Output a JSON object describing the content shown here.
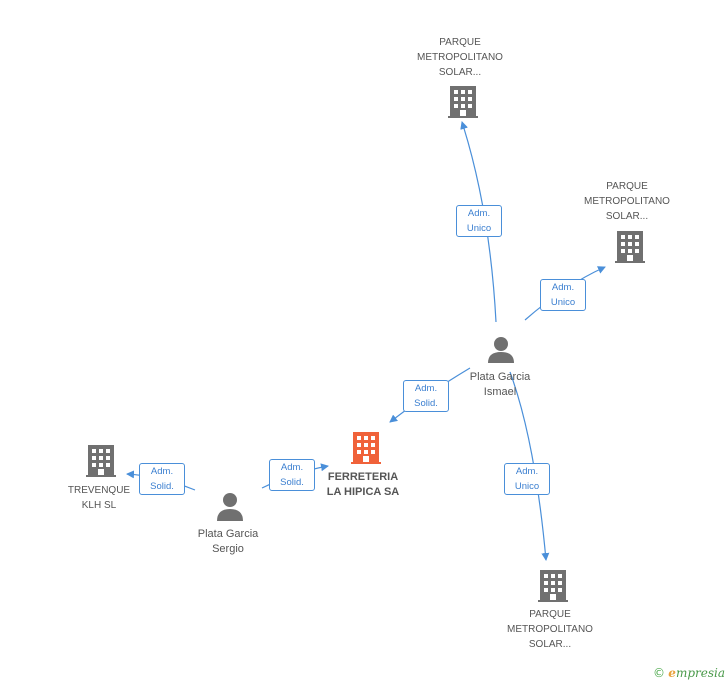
{
  "nodes": {
    "parque1": {
      "label_lines": [
        "PARQUE",
        "METROPOLITANO",
        "SOLAR..."
      ]
    },
    "parque2": {
      "label_lines": [
        "PARQUE",
        "METROPOLITANO",
        "SOLAR..."
      ]
    },
    "parque3": {
      "label_lines": [
        "PARQUE",
        "METROPOLITANO",
        "SOLAR..."
      ]
    },
    "ismael": {
      "label_lines": [
        "Plata Garcia",
        "Ismael"
      ]
    },
    "ferreteria": {
      "label_lines": [
        "FERRETERIA",
        "LA HIPICA SA"
      ]
    },
    "trevenque": {
      "label_lines": [
        "TREVENQUE",
        "KLH SL"
      ]
    },
    "sergio": {
      "label_lines": [
        "Plata Garcia",
        "Sergio"
      ]
    }
  },
  "relations": {
    "r1": {
      "lines": [
        "Adm.",
        "Unico"
      ]
    },
    "r2": {
      "lines": [
        "Adm.",
        "Unico"
      ]
    },
    "r3": {
      "lines": [
        "Adm.",
        "Solid."
      ]
    },
    "r4": {
      "lines": [
        "Adm.",
        "Unico"
      ]
    },
    "r5": {
      "lines": [
        "Adm.",
        "Solid."
      ]
    },
    "r6": {
      "lines": [
        "Adm.",
        "Solid."
      ]
    }
  },
  "colors": {
    "edge": "#4a8fd9",
    "company_icon": "#707070",
    "main_icon": "#f0623a",
    "person_icon": "#707070"
  },
  "footer": {
    "copyright": "©",
    "brand_initial": "e",
    "brand_rest": "mpresia"
  }
}
